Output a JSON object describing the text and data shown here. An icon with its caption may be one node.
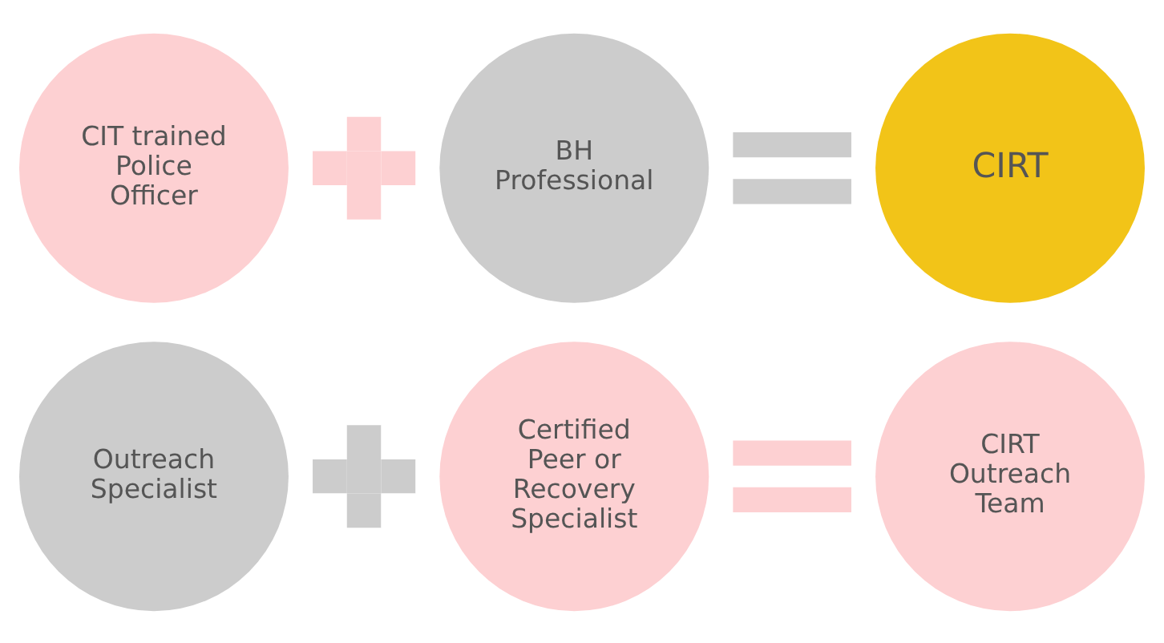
{
  "diagram": {
    "nodes": [
      {
        "text": [
          "CIT trained Police Officer"
        ]
      },
      {
        "text": [],
        "shape": "plus"
      },
      {
        "text": [
          "BH Professional"
        ]
      },
      {
        "text": [],
        "shape": "equals"
      },
      {
        "text": [
          "CIRT"
        ]
      },
      {
        "text": [
          "Outreach Specialist"
        ]
      },
      {
        "text": [],
        "shape": "plus"
      },
      {
        "text": [
          "Certified Peer or Recovery Specialist"
        ]
      },
      {
        "text": [],
        "shape": "equals"
      },
      {
        "text": [
          "CIRT Outreach Team"
        ]
      }
    ]
  }
}
